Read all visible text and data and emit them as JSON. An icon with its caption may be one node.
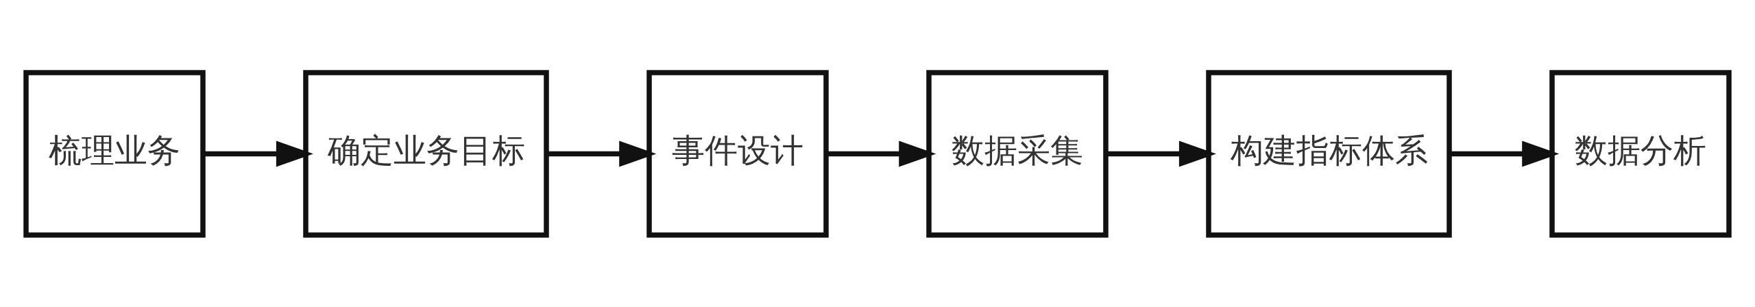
{
  "diagram": {
    "nodes": [
      {
        "text": [
          "梳理业务"
        ]
      },
      {
        "text": [
          "确定业务目标"
        ]
      },
      {
        "text": [
          "事件设计"
        ]
      },
      {
        "text": [
          "数据采集"
        ]
      },
      {
        "text": [
          "构建指标体系"
        ]
      },
      {
        "text": [
          "数据分析"
        ]
      }
    ],
    "edges": [
      {
        "from": 0,
        "to": 1,
        "arrow": "to"
      },
      {
        "from": 1,
        "to": 2,
        "arrow": "to"
      },
      {
        "from": 2,
        "to": 3,
        "arrow": "to"
      },
      {
        "from": 3,
        "to": 4,
        "arrow": "to"
      },
      {
        "from": 4,
        "to": 5,
        "arrow": "to"
      }
    ]
  }
}
